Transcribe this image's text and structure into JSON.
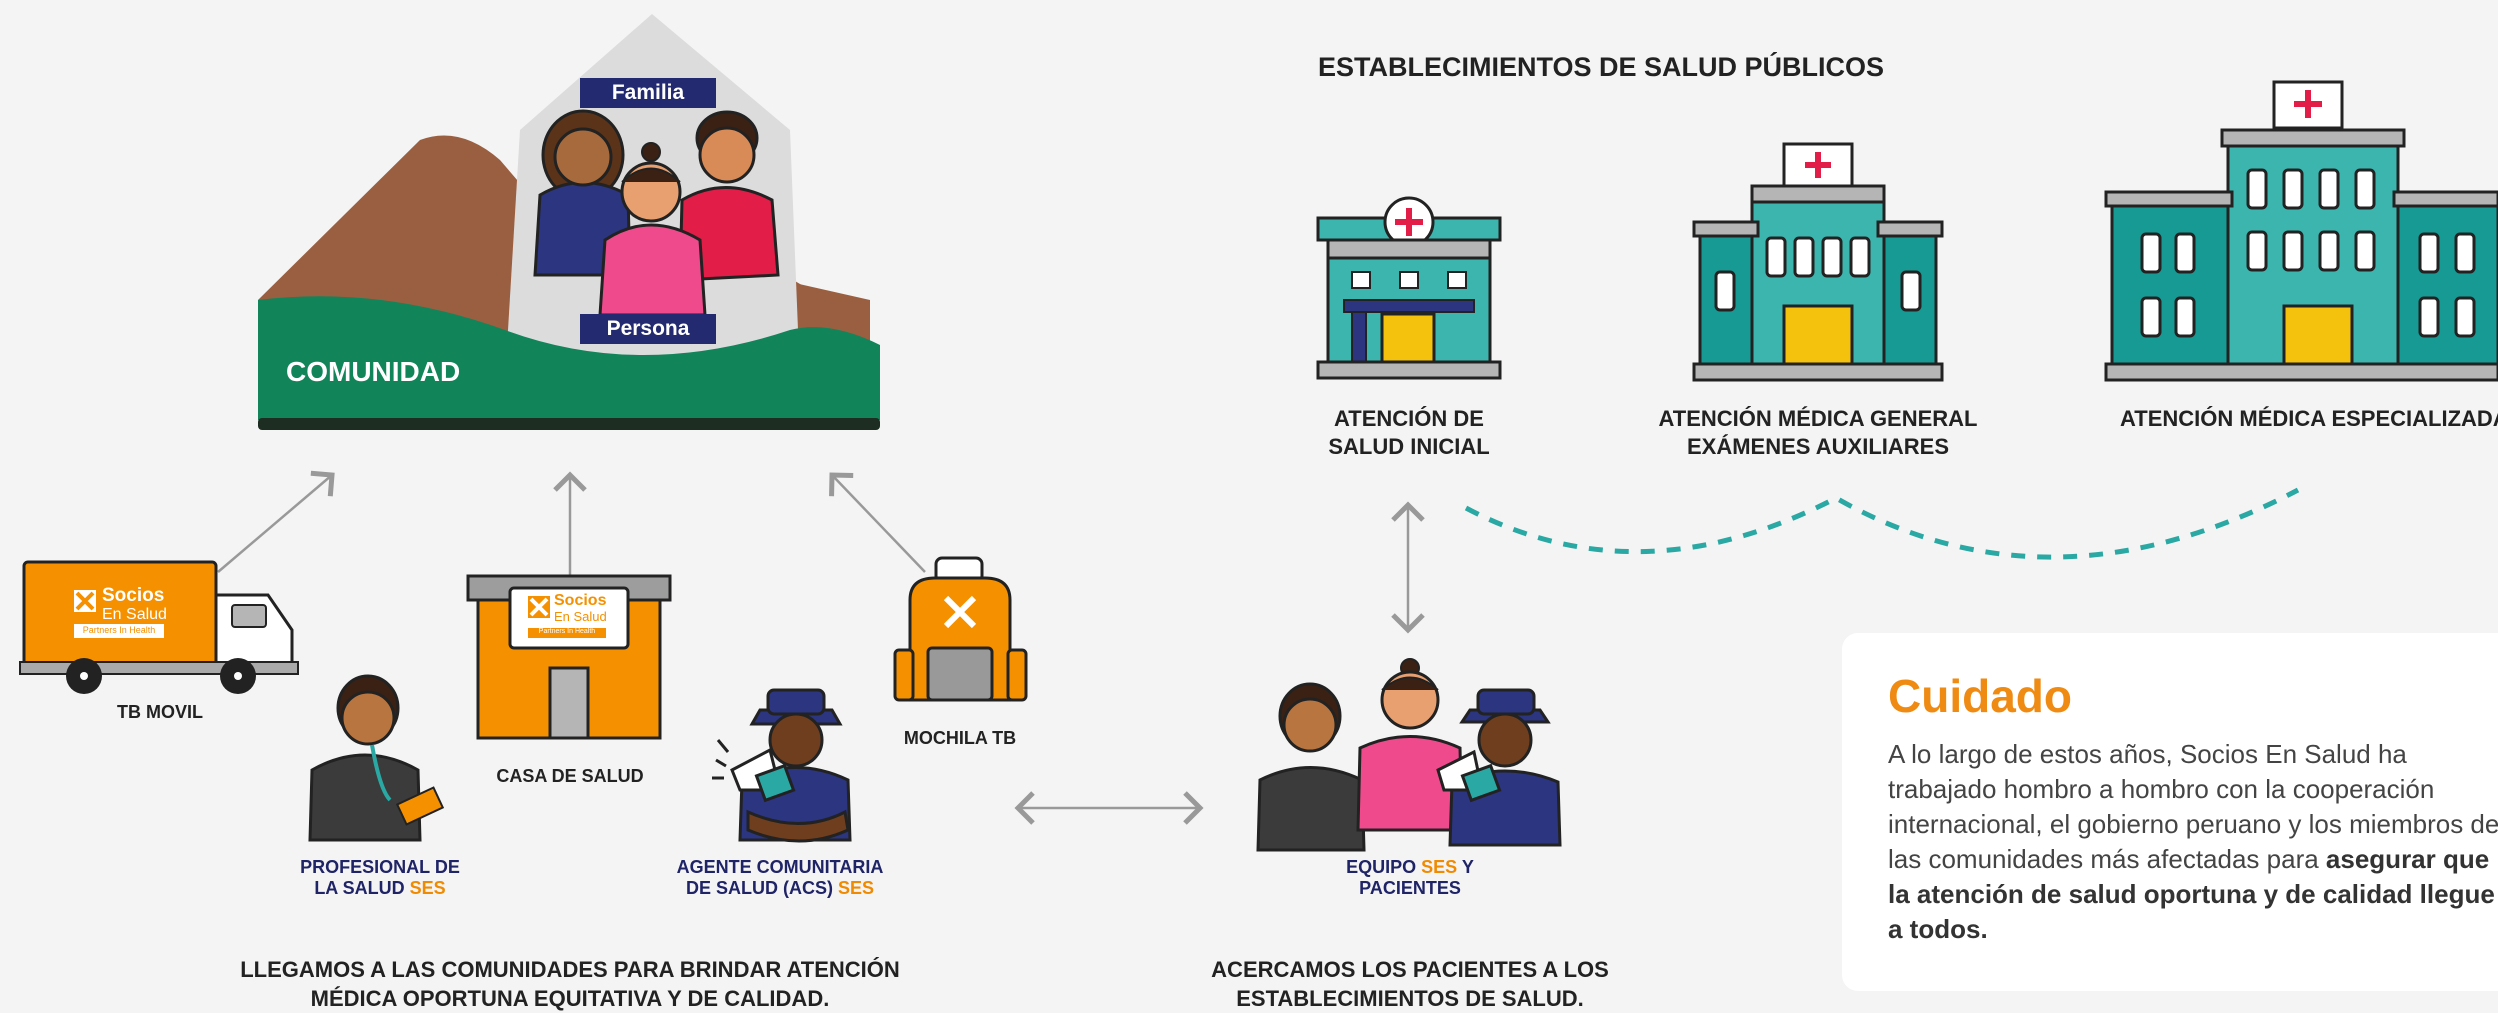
{
  "community": {
    "house_top_label": "Familia",
    "house_bottom_label": "Persona",
    "band_label": "COMUNIDAD"
  },
  "mobile": {
    "truck_label": "TB MOVIL",
    "logo_line1": "Socios",
    "logo_line2": "En Salud",
    "logo_line3": "Partners In Health",
    "casa_label": "CASA DE SALUD",
    "backpack_label": "MOCHILA TB"
  },
  "people": {
    "profesional_l1": "PROFESIONAL DE",
    "profesional_l2": "LA SALUD",
    "ses": "SES",
    "agente_l1": "AGENTE COMUNITARIA",
    "agente_l2": "DE SALUD (ACS)",
    "equipo_l1a": "EQUIPO",
    "equipo_l1b": "Y",
    "equipo_l2": "PACIENTES"
  },
  "captions": {
    "left_l1": "LLEGAMOS A LAS COMUNIDADES PARA BRINDAR ATENCIÓN",
    "left_l2": "MÉDICA OPORTUNA EQUITATIVA Y DE CALIDAD.",
    "right_l1": "ACERCAMOS LOS PACIENTES A LOS",
    "right_l2": "ESTABLECIMIENTOS DE SALUD."
  },
  "establishments": {
    "title": "ESTABLECIMIENTOS DE SALUD PÚBLICOS",
    "small_l1": "ATENCIÓN DE",
    "small_l2": "SALUD INICIAL",
    "mid_l1": "ATENCIÓN MÉDICA GENERAL",
    "mid_l2": "EXÁMENES AUXILIARES",
    "large": "ATENCIÓN MÉDICA ESPECIALIZADA"
  },
  "card": {
    "title": "Cuidado",
    "text": "A lo largo de estos años, Socios En Salud ha trabajado hombro a hombro con la cooperación internacional, el gobierno peruano y los miembros de las comunidades más afectadas para ",
    "bold": "asegurar que la atención de salud oportuna y de calidad llegue a todos."
  },
  "colors": {
    "orange": "#f59100",
    "teal": "#2aa8a3",
    "navy": "#1f2467",
    "green": "#12845a",
    "brown": "#9a5f40"
  }
}
